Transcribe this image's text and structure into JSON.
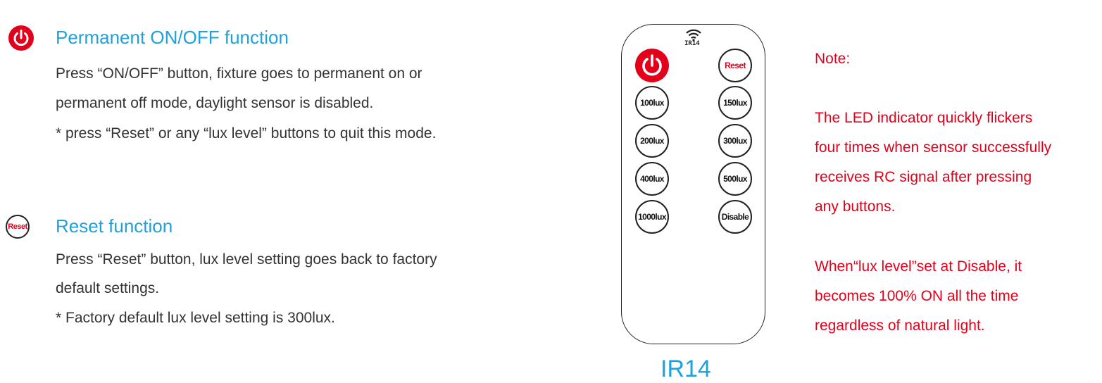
{
  "colors": {
    "heading_blue": "#1ea1dc",
    "accent_red": "#e2001a",
    "body_text": "#333333"
  },
  "sections": {
    "onoff": {
      "icon": "power-icon",
      "title": "Permanent ON/OFF function",
      "lines": [
        "Press “ON/OFF” button, fixture goes to permanent on or",
        "permanent off mode, daylight sensor is disabled.",
        "* press “Reset” or any “lux level” buttons to quit this mode."
      ]
    },
    "reset": {
      "icon": "reset-icon",
      "icon_label": "Reset",
      "title": "Reset function",
      "lines": [
        "Press “Reset” button, lux level setting goes back to factory",
        "default settings.",
        "*  Factory default lux level setting is 300lux."
      ]
    }
  },
  "remote": {
    "top_label": "IR14",
    "signal_icon": "wifi-signal-icon",
    "buttons": {
      "power": "power-icon",
      "reset": "Reset",
      "lux100": "100lux",
      "lux150": "150lux",
      "lux200": "200lux",
      "lux300": "300lux",
      "lux400": "400lux",
      "lux500": "500lux",
      "lux1000": "1000lux",
      "disable": "Disable"
    },
    "model_label": "IR14"
  },
  "note": {
    "title": "Note:",
    "paragraph1": [
      "The LED indicator quickly flickers",
      "four times when sensor successfully",
      "receives RC signal after pressing",
      "any buttons."
    ],
    "paragraph2": [
      "When“lux level”set at Disable, it",
      "becomes 100% ON all the time",
      "regardless of natural light."
    ]
  }
}
